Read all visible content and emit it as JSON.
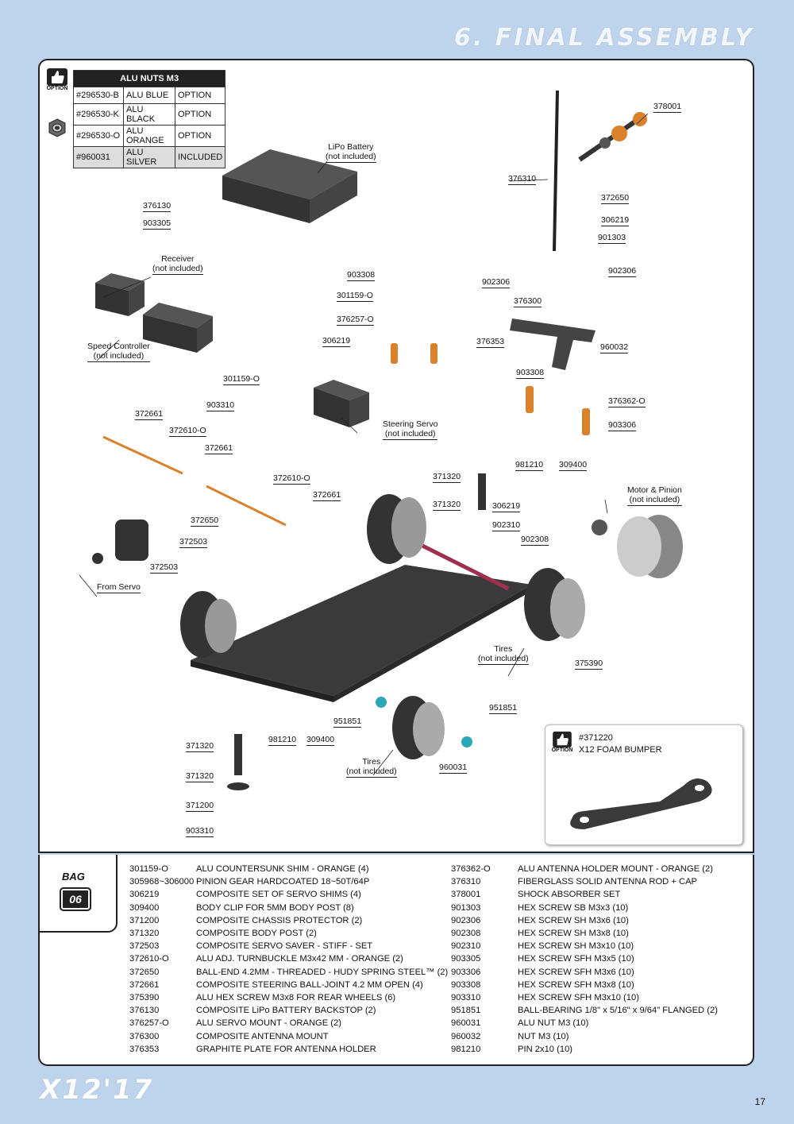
{
  "header": {
    "title": "6. FINAL ASSEMBLY"
  },
  "option_table": {
    "badge": "OPTION",
    "heading": "ALU NUTS M3",
    "rows": [
      [
        "#296530-B",
        "ALU BLUE",
        "OPTION"
      ],
      [
        "#296530-K",
        "ALU BLACK",
        "OPTION"
      ],
      [
        "#296530-O",
        "ALU ORANGE",
        "OPTION"
      ],
      [
        "#960031",
        "ALU SILVER",
        "INCLUDED"
      ]
    ]
  },
  "callouts": {
    "lipo": "LiPo Battery\n(not included)",
    "receiver": "Receiver\n(not included)",
    "speed_controller": "Speed Controller\n(not included)",
    "steering_servo": "Steering Servo\n(not included)",
    "motor": "Motor & Pinion\n(not included)",
    "tires_rear": "Tires\n(not included)",
    "tires_front": "Tires\n(not included)",
    "from_servo": "From Servo",
    "p378001": "378001",
    "p376310": "376310",
    "p372650a": "372650",
    "p306219a": "306219",
    "p901303": "901303",
    "p902306a": "902306",
    "p902306b": "902306",
    "p376300": "376300",
    "p376353": "376353",
    "p960032": "960032",
    "p903308a": "903308",
    "p376362": "376362-O",
    "p903306": "903306",
    "p376130": "376130",
    "p903305": "903305",
    "p903308b": "903308",
    "p301159a": "301159-O",
    "p376257": "376257-O",
    "p306219b": "306219",
    "p301159b": "301159-O",
    "p903310a": "903310",
    "p372661a": "372661",
    "p372610a": "372610-O",
    "p372661b": "372661",
    "p372610b": "372610-O",
    "p372661c": "372661",
    "p372650b": "372650",
    "p372503a": "372503",
    "p372503b": "372503",
    "p371320a": "371320",
    "p371320b": "371320",
    "p981210a": "981210",
    "p309400a": "309400",
    "p306219c": "306219",
    "p902310": "902310",
    "p902308": "902308",
    "p375390": "375390",
    "p951851a": "951851",
    "p951851b": "951851",
    "p960031": "960031",
    "p371320c": "371320",
    "p371320d": "371320",
    "p981210b": "981210",
    "p309400b": "309400",
    "p371200": "371200",
    "p903310b": "903310"
  },
  "bumper_option": {
    "badge": "OPTION",
    "code": "#371220",
    "name": "X12 FOAM BUMPER"
  },
  "bag": {
    "label": "BAG",
    "number": "06"
  },
  "parts_left": [
    [
      "301159-O",
      "ALU COUNTERSUNK SHIM - ORANGE (4)"
    ],
    [
      "305968~306000",
      "PINION GEAR HARDCOATED 18~50T/64P"
    ],
    [
      "306219",
      "COMPOSITE SET OF SERVO SHIMS (4)"
    ],
    [
      "309400",
      "BODY CLIP FOR 5MM BODY POST (8)"
    ],
    [
      "371200",
      "COMPOSITE CHASSIS PROTECTOR (2)"
    ],
    [
      "371320",
      "COMPOSITE BODY POST (2)"
    ],
    [
      "372503",
      "COMPOSITE SERVO SAVER - STIFF - SET"
    ],
    [
      "372610-O",
      "ALU ADJ. TURNBUCKLE M3x42 MM - ORANGE (2)"
    ],
    [
      "372650",
      "BALL-END 4.2MM - THREADED - HUDY SPRING STEEL™ (2)"
    ],
    [
      "372661",
      "COMPOSITE STEERING BALL-JOINT 4.2 MM OPEN (4)"
    ],
    [
      "375390",
      "ALU HEX SCREW M3x8 FOR REAR WHEELS (6)"
    ],
    [
      "376130",
      "COMPOSITE LiPo BATTERY BACKSTOP (2)"
    ],
    [
      "376257-O",
      "ALU SERVO MOUNT - ORANGE (2)"
    ],
    [
      "376300",
      "COMPOSITE ANTENNA MOUNT"
    ],
    [
      "376353",
      "GRAPHITE PLATE FOR ANTENNA HOLDER"
    ]
  ],
  "parts_right": [
    [
      "376362-O",
      "ALU ANTENNA HOLDER MOUNT - ORANGE (2)"
    ],
    [
      "376310",
      "FIBERGLASS SOLID ANTENNA ROD + CAP"
    ],
    [
      "378001",
      "SHOCK ABSORBER SET"
    ],
    [
      "901303",
      "HEX SCREW SB M3x3 (10)"
    ],
    [
      "902306",
      "HEX SCREW SH M3x6 (10)"
    ],
    [
      "902308",
      "HEX SCREW SH M3x8 (10)"
    ],
    [
      "902310",
      "HEX SCREW SH M3x10 (10)"
    ],
    [
      "903305",
      "HEX SCREW SFH M3x5 (10)"
    ],
    [
      "903306",
      "HEX SCREW SFH M3x6 (10)"
    ],
    [
      "903308",
      "HEX SCREW SFH M3x8 (10)"
    ],
    [
      "903310",
      "HEX SCREW SFH M3x10 (10)"
    ],
    [
      "951851",
      "BALL-BEARING 1/8\" x 5/16\" x 9/64\" FLANGED (2)"
    ],
    [
      "960031",
      "ALU NUT M3 (10)"
    ],
    [
      "960032",
      "NUT M3 (10)"
    ],
    [
      "981210",
      "PIN 2x10 (10)"
    ]
  ],
  "footer": {
    "logo": "X12'17",
    "page": "17"
  }
}
